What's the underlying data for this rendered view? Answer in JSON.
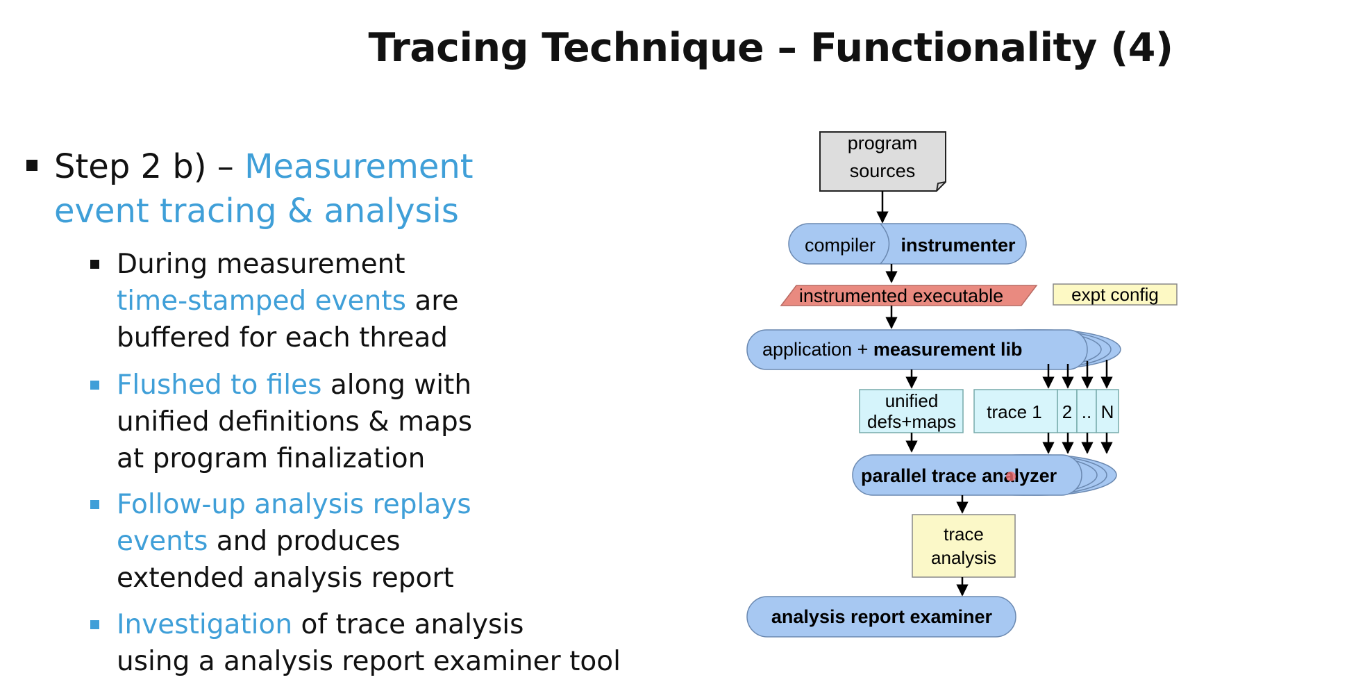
{
  "title": "Tracing Technique – Functionality (4)",
  "step": {
    "prefix": "Step 2 b) – ",
    "highlight_line1": "Measurement",
    "highlight_line2": "event tracing & analysis"
  },
  "bullets": [
    {
      "lines": [
        [
          {
            "t": "During measurement",
            "hl": false
          }
        ],
        [
          {
            "t": "time-stamped events",
            "hl": true
          },
          {
            "t": " are",
            "hl": false
          }
        ],
        [
          {
            "t": "buffered for each thread",
            "hl": false
          }
        ]
      ]
    },
    {
      "lines": [
        [
          {
            "t": "Flushed to files",
            "hl": true
          },
          {
            "t": " along with",
            "hl": false
          }
        ],
        [
          {
            "t": "unified definitions & maps",
            "hl": false
          }
        ],
        [
          {
            "t": "at program finalization",
            "hl": false
          }
        ]
      ]
    },
    {
      "lines": [
        [
          {
            "t": "Follow-up analysis replays",
            "hl": true
          }
        ],
        [
          {
            "t": "events",
            "hl": true
          },
          {
            "t": " and produces",
            "hl": false
          }
        ],
        [
          {
            "t": "extended analysis report",
            "hl": false
          }
        ]
      ]
    },
    {
      "lines": [
        [
          {
            "t": "Investigation",
            "hl": true
          },
          {
            "t": " of trace analysis",
            "hl": false
          }
        ],
        [
          {
            "t": "using a analysis report examiner tool",
            "hl": false
          }
        ]
      ]
    }
  ],
  "diagram": {
    "program_sources": [
      "program",
      "sources"
    ],
    "compiler": "compiler",
    "instrumenter": "instrumenter",
    "instrumented_executable": "instrumented executable",
    "expt_config": "expt config",
    "application": "application + ",
    "measurement_lib": "measurement lib",
    "unified_defs": [
      "unified",
      "defs+maps"
    ],
    "trace_cells": [
      "trace 1",
      "2",
      "..",
      "N"
    ],
    "parallel_trace_analyzer": "parallel trace analyzer",
    "trace_analysis": [
      "trace",
      "analysis"
    ],
    "analysis_report_examiner": "analysis report examiner"
  },
  "colors": {
    "accent": "#3f9fd8",
    "ellipse_fill": "#a7c8f2",
    "executable_fill": "#e98a80",
    "config_fill": "#fdf9c4",
    "defs_fill": "#d5f4fb",
    "trace_fill": "#d7f5fb",
    "analysis_fill": "#fbf8c8",
    "sources_fill": "#dddddd"
  }
}
